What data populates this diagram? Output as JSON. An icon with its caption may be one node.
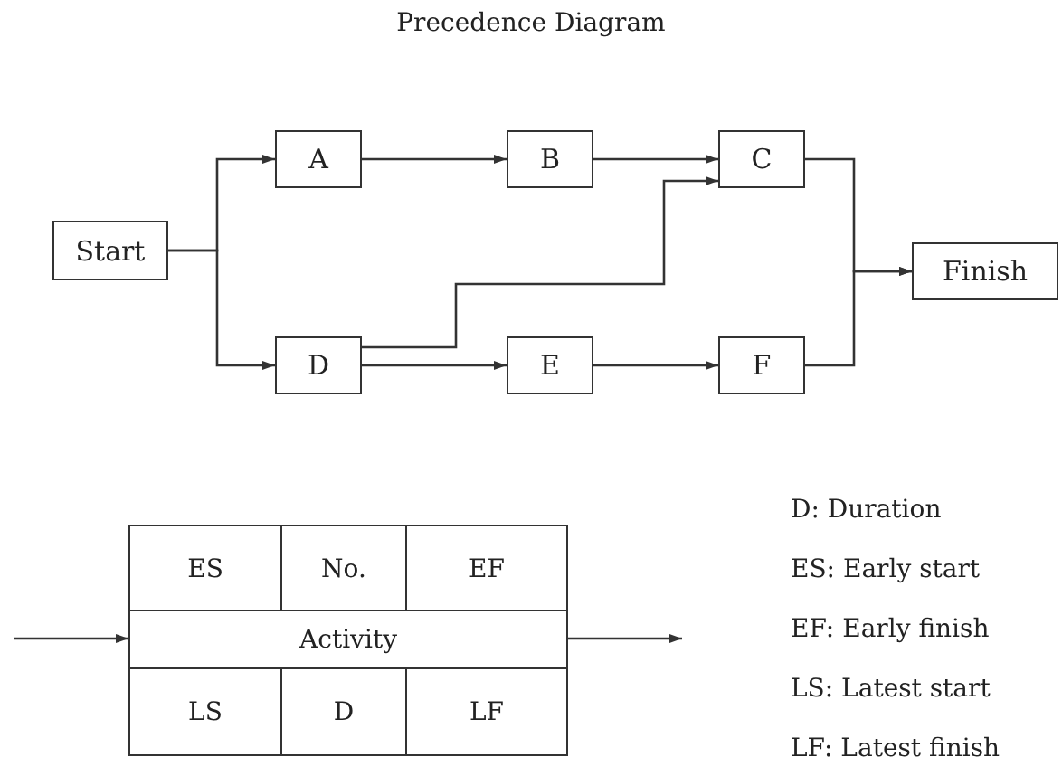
{
  "diagram": {
    "title": "Precedence Diagram",
    "nodes": [
      {
        "text": [
          "Start"
        ]
      },
      {
        "text": [
          "A"
        ]
      },
      {
        "text": [
          "B"
        ]
      },
      {
        "text": [
          "C"
        ]
      },
      {
        "text": [
          "D"
        ]
      },
      {
        "text": [
          "E"
        ]
      },
      {
        "text": [
          "F"
        ]
      },
      {
        "text": [
          "Finish"
        ]
      },
      {
        "text": [
          "ES",
          "No.",
          "EF",
          "Activity",
          "LS",
          "D",
          "LF"
        ]
      }
    ],
    "edges": [
      {
        "from": 0,
        "to": 1,
        "arrow": "to"
      },
      {
        "from": 0,
        "to": 4,
        "arrow": "to"
      },
      {
        "from": 1,
        "to": 2,
        "arrow": "to"
      },
      {
        "from": 2,
        "to": 3,
        "arrow": "to"
      },
      {
        "from": 4,
        "to": 3,
        "arrow": "to"
      },
      {
        "from": 4,
        "to": 5,
        "arrow": "to"
      },
      {
        "from": 5,
        "to": 6,
        "arrow": "to"
      },
      {
        "from": 3,
        "to": 7,
        "arrow": "to"
      },
      {
        "from": 6,
        "to": 7,
        "arrow": "to"
      },
      {
        "from": null,
        "to": 8,
        "arrow": "to"
      },
      {
        "from": 8,
        "to": null,
        "arrow": "to"
      }
    ],
    "labels": [
      "D: Duration",
      "ES: Early start",
      "EF: Early finish",
      "LS: Latest start",
      "LF: Latest finish"
    ]
  }
}
